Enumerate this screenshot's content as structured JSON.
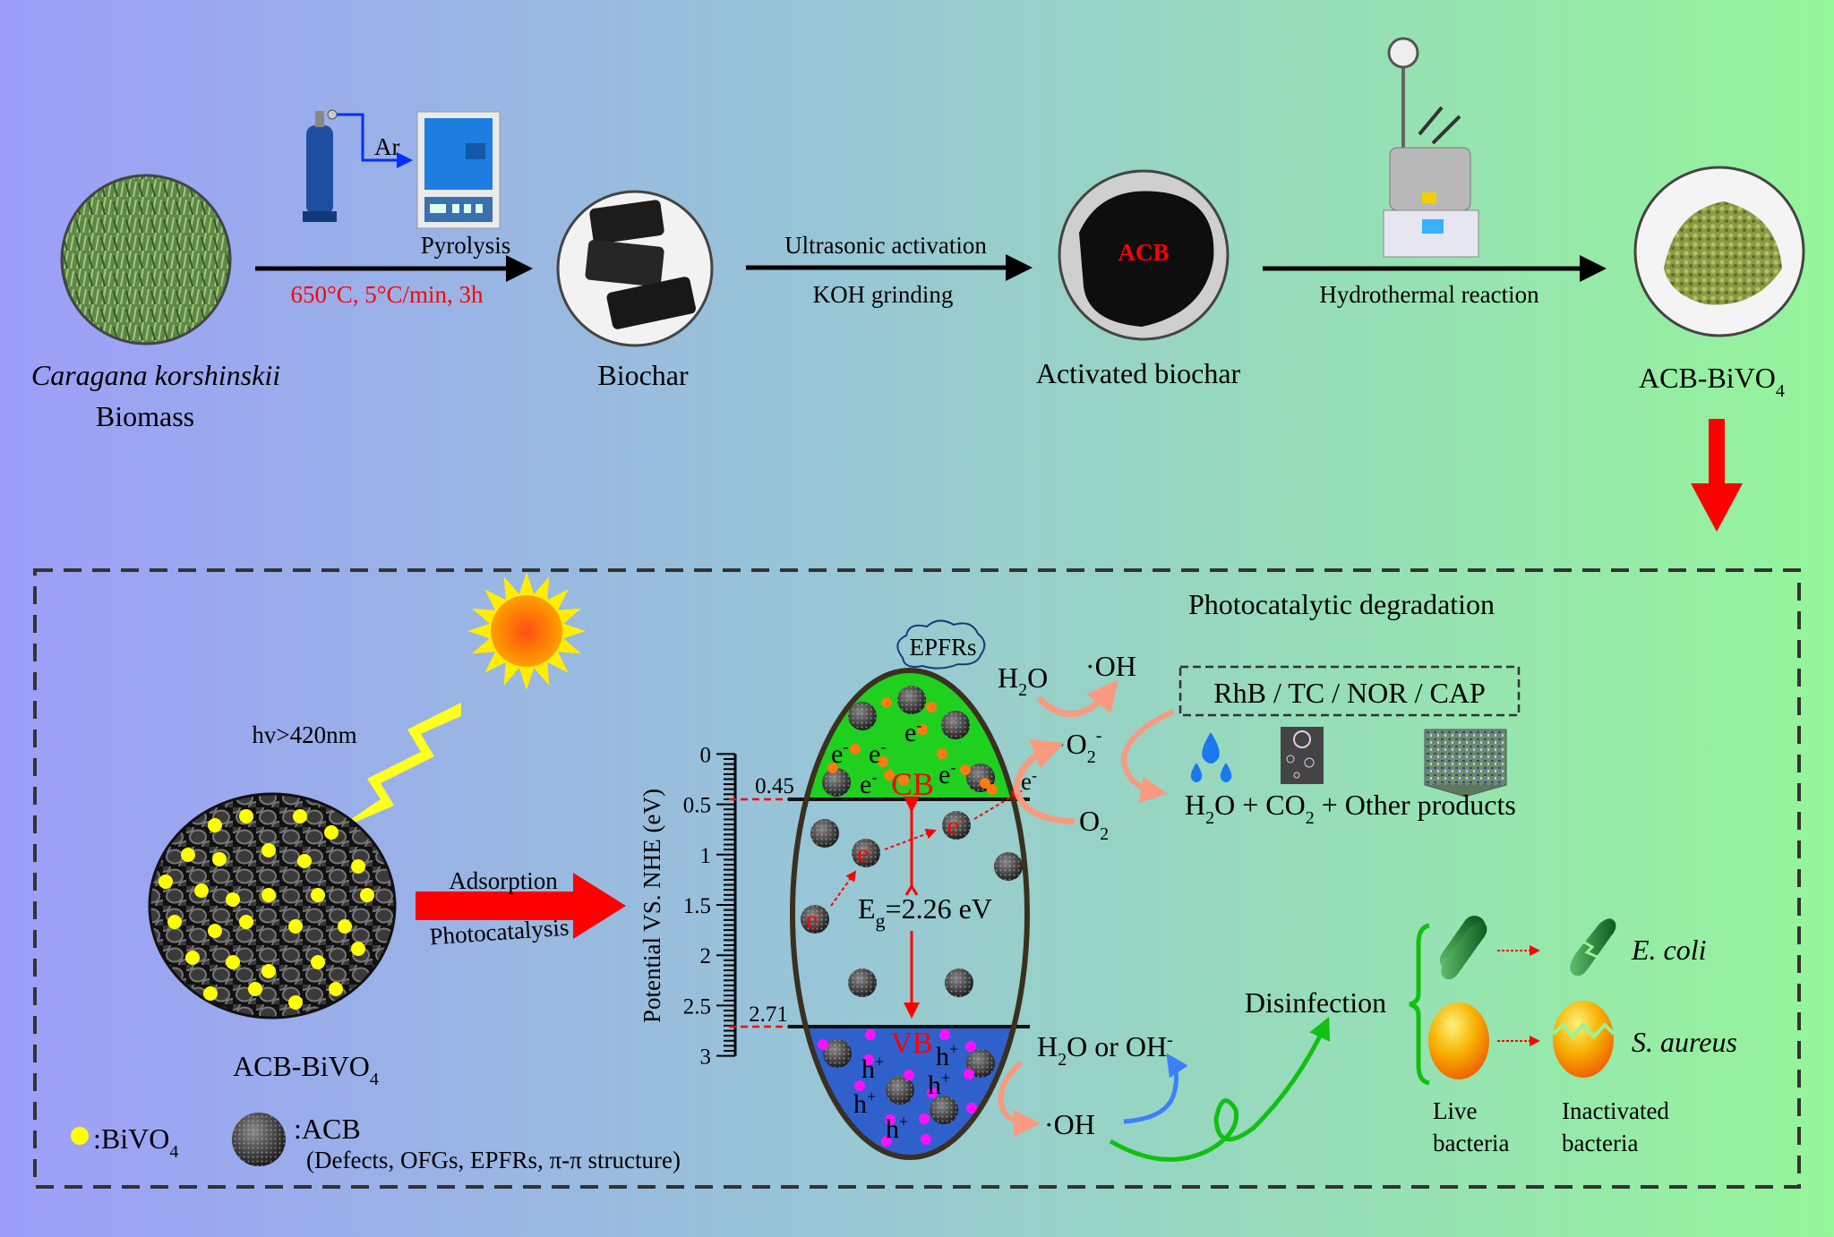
{
  "colors": {
    "bg_left": "#9c9ef8",
    "bg_mid": "#98c6d6",
    "bg_right": "#95f59a",
    "cb": "#1fd01f",
    "vb": "#3060cc",
    "accent_red": "#ff0000",
    "bivo4": "#ffff00"
  },
  "synthesis": {
    "species": "Caragana korshinskii",
    "biomass": "Biomass",
    "gas": "Ar",
    "pyrolysis": "Pyrolysis",
    "conditions": "650°C, 5°C/min, 3h",
    "biochar": "Biochar",
    "ultrasonic": "Ultrasonic activation",
    "koh": "KOH grinding",
    "acb_tag": "ACB",
    "activated": "Activated biochar",
    "hydrothermal": "Hydrothermal reaction",
    "product": {
      "base": "ACB-BiVO",
      "sub": "4"
    }
  },
  "mechanism": {
    "title": "Photocatalytic degradation",
    "light": "hv>420nm",
    "adsorption": "Adsorption",
    "photocatalysis": "Photocatalysis",
    "composite": {
      "base": "ACB-BiVO",
      "sub": "4"
    },
    "legend": {
      "bivo4": {
        "base": ":BiVO",
        "sub": "4"
      },
      "acb": ":ACB",
      "acb_note": "(Defects, OFGs, EPFRs, π-π structure)"
    },
    "axis": {
      "label": "Potential VS. NHE (eV)",
      "ticks": [
        "0",
        "0.5",
        "1",
        "1.5",
        "2",
        "2.5",
        "3"
      ],
      "tick_values": [
        0,
        0.5,
        1,
        1.5,
        2,
        2.5,
        3
      ],
      "cb_value": "0.45",
      "vb_value": "2.71"
    },
    "bands": {
      "cb": "CB",
      "vb": "VB",
      "eg": {
        "base": "E",
        "sub": "g",
        "value": "=2.26 eV"
      },
      "epfrs": "EPFRs"
    },
    "carriers": {
      "electron": "e",
      "electron_sup": "-",
      "hole": "h",
      "hole_sup": "+"
    },
    "reactions": {
      "h2o": {
        "a": "H",
        "sub": "2",
        "b": "O"
      },
      "oh_top": "·OH",
      "o2_radical": {
        "a": "·O",
        "sub": "2",
        "sup": "-"
      },
      "e_transfer": {
        "a": "e",
        "sup": "-"
      },
      "o2": {
        "a": "O",
        "sub": "2"
      },
      "h2o_or_oh": {
        "a": "H",
        "sub": "2",
        "b": "O or OH",
        "sup": "-"
      },
      "oh_bottom": "·OH"
    },
    "pollutants": "RhB / TC / NOR / CAP",
    "products": {
      "a": "H",
      "sub1": "2",
      "b": "O + CO",
      "sub2": "2",
      "c": " + Other products"
    },
    "disinfection": "Disinfection",
    "bacteria": {
      "ecoli": "E. coli",
      "saureus": "S. aureus",
      "live": [
        "Live",
        "bacteria"
      ],
      "inactivated": [
        "Inactivated",
        "bacteria"
      ]
    }
  }
}
